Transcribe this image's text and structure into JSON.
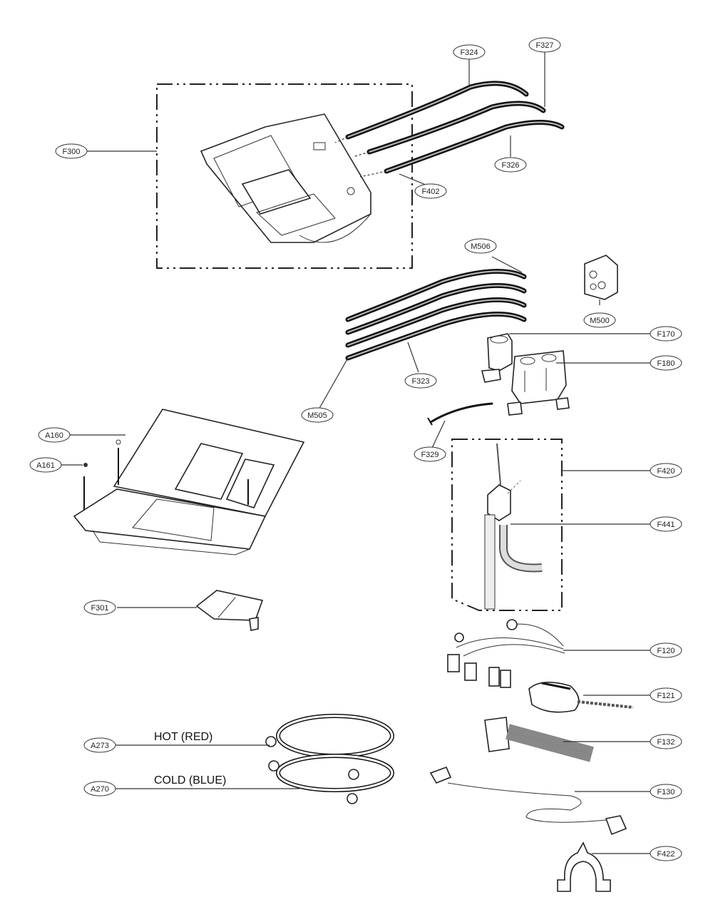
{
  "diagram": {
    "title": "Dispenser & Water Inlet Parts Exploded View",
    "callouts": [
      {
        "id": "F324",
        "label": "F324"
      },
      {
        "id": "F327",
        "label": "F327"
      },
      {
        "id": "F300",
        "label": "F300"
      },
      {
        "id": "F326",
        "label": "F326"
      },
      {
        "id": "F402",
        "label": "F402"
      },
      {
        "id": "M506",
        "label": "M506"
      },
      {
        "id": "M500",
        "label": "M500"
      },
      {
        "id": "F170",
        "label": "F170"
      },
      {
        "id": "F180",
        "label": "F180"
      },
      {
        "id": "F323",
        "label": "F323"
      },
      {
        "id": "M505",
        "label": "M505"
      },
      {
        "id": "F329",
        "label": "F329"
      },
      {
        "id": "A160",
        "label": "A160"
      },
      {
        "id": "A161",
        "label": "A161"
      },
      {
        "id": "F420",
        "label": "F420"
      },
      {
        "id": "F441",
        "label": "F441"
      },
      {
        "id": "F301",
        "label": "F301"
      },
      {
        "id": "F120",
        "label": "F120"
      },
      {
        "id": "F121",
        "label": "F121"
      },
      {
        "id": "F132",
        "label": "F132"
      },
      {
        "id": "A273",
        "label": "A273"
      },
      {
        "id": "A270",
        "label": "A270"
      },
      {
        "id": "F130",
        "label": "F130"
      },
      {
        "id": "F422",
        "label": "F422"
      }
    ],
    "captions": {
      "hot": "HOT (RED)",
      "cold": "COLD (BLUE)"
    },
    "parts": [
      {
        "name": "dispenser-housing-assembly",
        "callout": "F300"
      },
      {
        "name": "hose-set-top",
        "callouts": [
          "F324",
          "F327",
          "F326"
        ]
      },
      {
        "name": "hose-bundle",
        "callouts": [
          "M506",
          "F323",
          "M505"
        ]
      },
      {
        "name": "connector-block",
        "callout": "M500"
      },
      {
        "name": "inlet-valve-single",
        "callout": "F170"
      },
      {
        "name": "inlet-valve-triple",
        "callout": "F180"
      },
      {
        "name": "small-hose",
        "callout": "F329"
      },
      {
        "name": "dispenser-drawer",
        "callout": "A160"
      },
      {
        "name": "screw",
        "callout": "A161"
      },
      {
        "name": "drain-hose-assembly",
        "callouts": [
          "F420",
          "F441"
        ]
      },
      {
        "name": "softener-cup",
        "callout": "F301"
      },
      {
        "name": "wire-harness",
        "callout": "F120"
      },
      {
        "name": "pressure-sensor",
        "callout": "F121"
      },
      {
        "name": "corrugated-hose",
        "callout": "F132"
      },
      {
        "name": "inlet-hose-hot",
        "callout": "A273"
      },
      {
        "name": "inlet-hose-cold",
        "callout": "A270"
      },
      {
        "name": "lead-wire",
        "callout": "F130"
      },
      {
        "name": "hose-clip",
        "callout": "F422"
      }
    ]
  }
}
